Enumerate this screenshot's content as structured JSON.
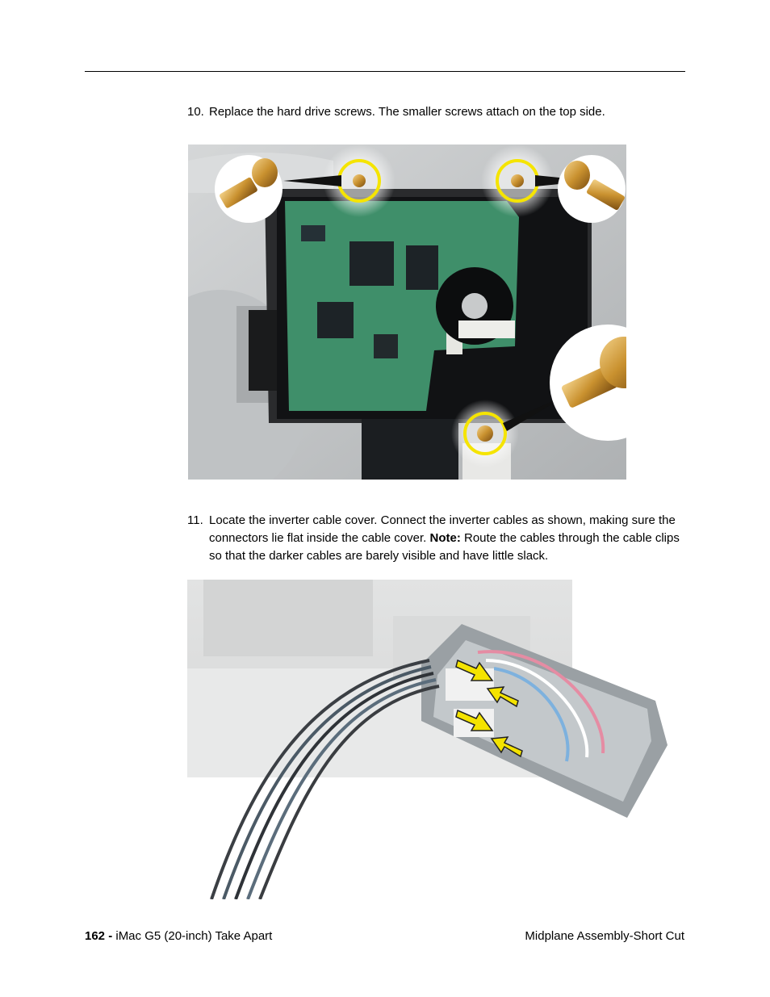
{
  "steps": [
    {
      "number": "10.",
      "text": "Replace the hard drive screws. The smaller screws attach on the top side."
    },
    {
      "number": "11.",
      "text_a": "Locate the inverter cable cover. Connect the inverter cables as shown, making sure the connectors lie flat inside the cable cover. ",
      "note_label": "Note:",
      "text_b": " Route the cables through the cable clips so that the darker cables are barely visible and have little slack."
    }
  ],
  "footer": {
    "page_number": "162 - ",
    "doc_title": " iMac G5 (20-inch)  Take Apart",
    "section": "Midplane Assembly-Short Cut"
  },
  "colors": {
    "highlight_ring": "#f5e400",
    "pcb_green": "#3f8f6a",
    "metal_gray": "#c9cbcc",
    "arrow_yellow": "#f4e300"
  }
}
